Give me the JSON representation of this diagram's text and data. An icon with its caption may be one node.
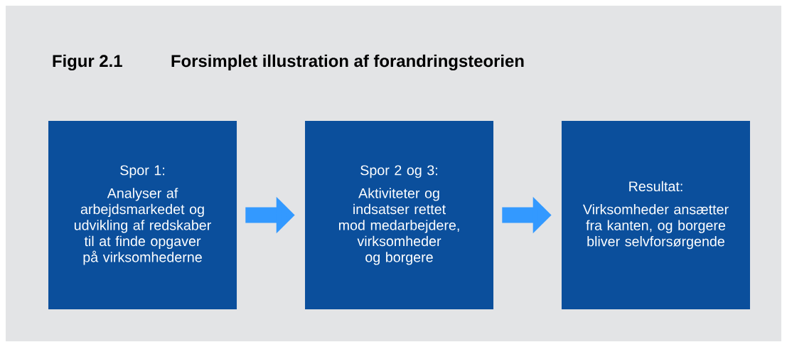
{
  "diagram": {
    "title": "Forsimplet illustration af forandringsteorien",
    "nodes": [
      {
        "text": [
          "Spor 1:",
          "Analyser af arbejdsmarkedet og udvikling af redskaber til at finde opgaver på virksomhederne"
        ]
      },
      {
        "text": [
          "Spor 2 og 3:",
          "Aktiviteter og indsatser rettet mod medarbejdere, virksomheder og borgere"
        ]
      },
      {
        "text": [
          "Resultat:",
          "Virksomheder ansætter fra kanten, og borgere bliver selvforsørgende"
        ]
      }
    ],
    "edges": [
      {
        "from": 0,
        "to": 1,
        "arrow": "to"
      },
      {
        "from": 1,
        "to": 2,
        "arrow": "to"
      }
    ],
    "labels": [
      "Figur 2.1"
    ]
  }
}
